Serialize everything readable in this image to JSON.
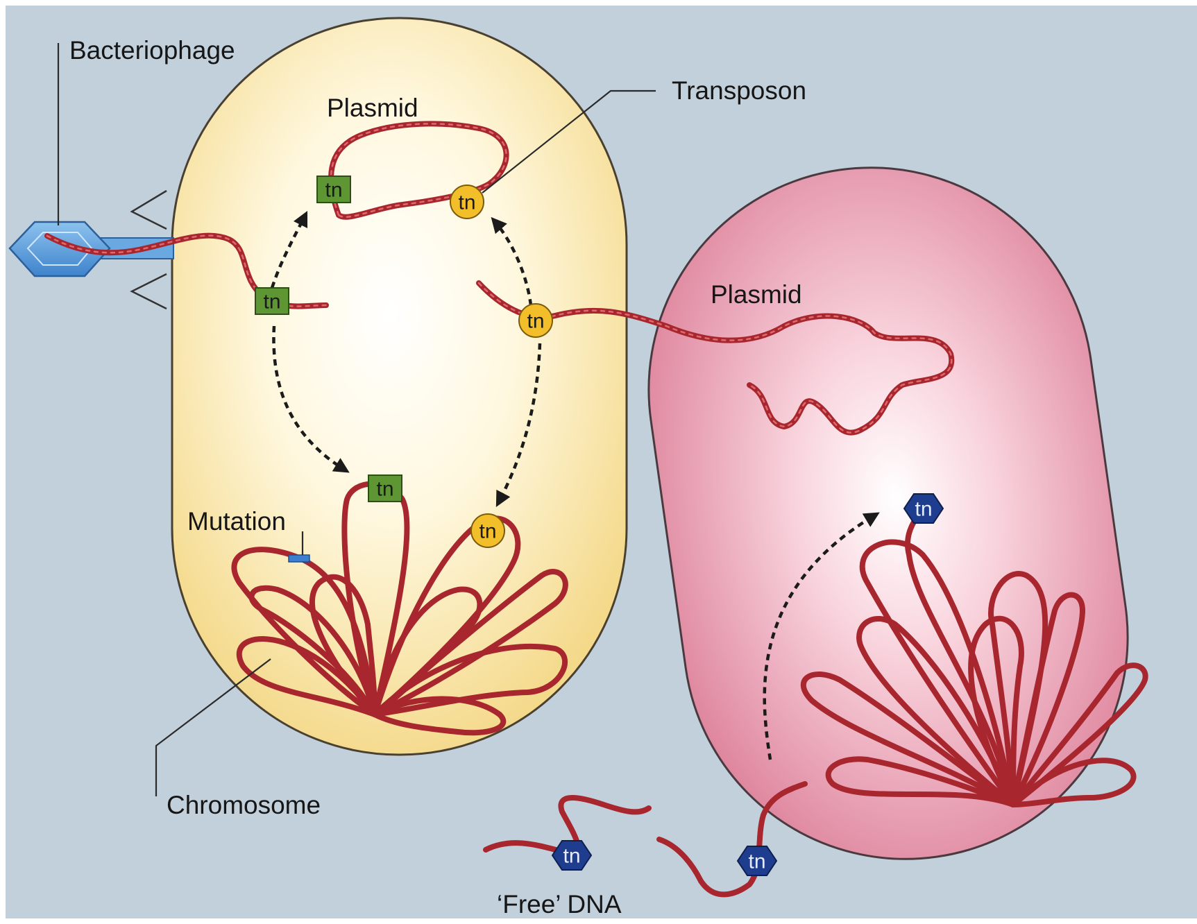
{
  "labels": {
    "bacteriophage": "Bacteriophage",
    "transposon": "Transposon",
    "plasmid_left": "Plasmid",
    "plasmid_right": "Plasmid",
    "mutation": "Mutation",
    "chromosome": "Chromosome",
    "free_dna": "‘Free’ DNA"
  },
  "transposon_marker": "tn",
  "colors": {
    "background": "#c2d0dc",
    "donor_cell": "#f6df9a",
    "recipient_cell": "#e48ea6",
    "dna": "#a8262e",
    "tn_square": "#5d9632",
    "tn_circle": "#f2be2a",
    "tn_hexagon": "#1f3d8e",
    "mutation_mark": "#3c7fd0",
    "phage": "#5fa3e0"
  },
  "icons": {
    "phage": "hexagon-phage-icon",
    "tn_square": "square-marker-icon",
    "tn_circle": "circle-marker-icon",
    "tn_hexagon": "hexagon-marker-icon"
  }
}
